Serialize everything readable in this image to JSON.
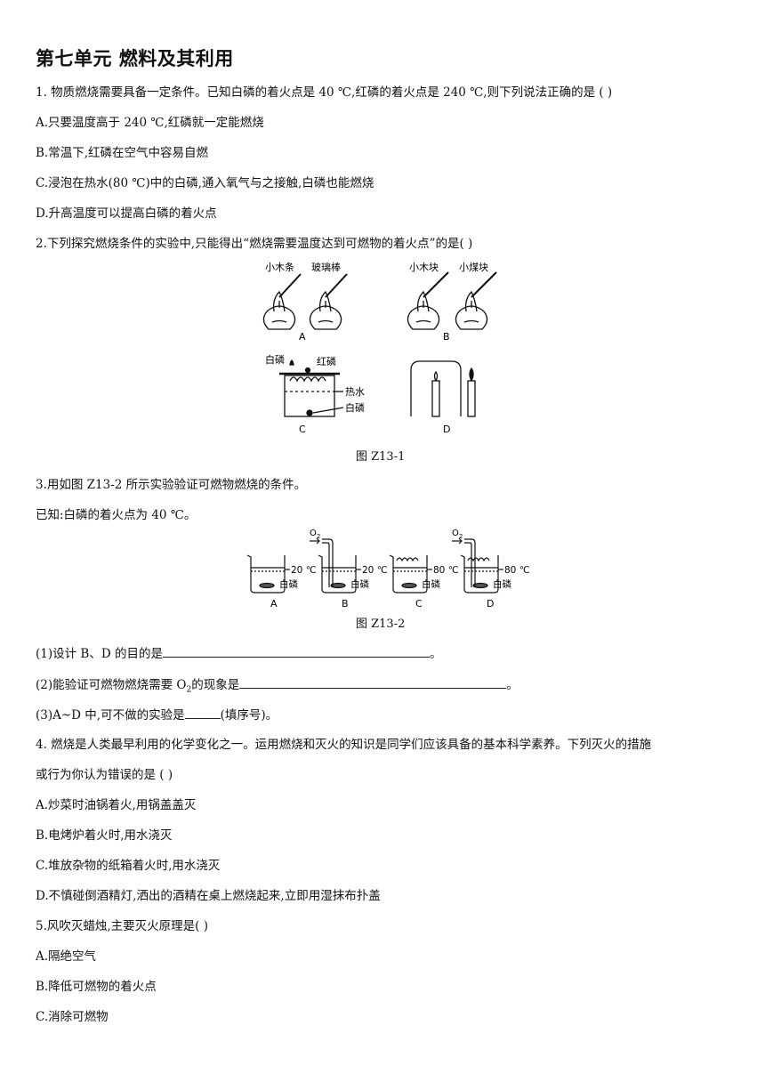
{
  "title": "第七单元  燃料及其利用",
  "q1": {
    "stem": "1.  物质燃烧需要具备一定条件。已知白磷的着火点是 40 ℃,红磷的着火点是 240 ℃,则下列说法正确的是    (      )",
    "a": "A.只要温度高于 240 ℃,红磷就一定能燃烧",
    "b": "B.常温下,红磷在空气中容易自燃",
    "c": "C.浸泡在热水(80 ℃)中的白磷,通入氧气与之接触,白磷也能燃烧",
    "d": "D.升高温度可以提高白磷的着火点"
  },
  "q2": {
    "stem": "2.下列探究燃烧条件的实验中,只能得出“燃烧需要温度达到可燃物的着火点”的是(      )",
    "fig": {
      "a_label1": "小木条",
      "a_label2": "玻璃棒",
      "a_letter": "A",
      "b_label1": "小木块",
      "b_label2": "小煤块",
      "b_letter": "B",
      "c_label_white": "白磷",
      "c_label_red": "红磷",
      "c_label_water": "热水",
      "c_label_white2": "白磷",
      "c_letter": "C",
      "d_letter": "D"
    },
    "caption": "图 Z13-1"
  },
  "q3": {
    "stem": "3.用如图 Z13-2 所示实验验证可燃物燃烧的条件。",
    "known": "已知:白磷的着火点为 40 ℃。",
    "fig": {
      "o2": "O",
      "o2_sub": "2",
      "temp20": "20 ℃",
      "temp80": "80 ℃",
      "white": "白磷",
      "letters": [
        "A",
        "B",
        "C",
        "D"
      ]
    },
    "caption": "图 Z13-2",
    "p1_pre": "(1)设计 B、D 的目的是",
    "p1_post": "。",
    "p2_pre": "(2)能验证可燃物燃烧需要 O",
    "p2_sub": "2",
    "p2_mid": "的现象是",
    "p2_post": "。",
    "p3_pre": "(3)A~D 中,可不做的实验是",
    "p3_post": "(填序号)。"
  },
  "q4": {
    "stem1": "4.  燃烧是人类最早利用的化学变化之一。运用燃烧和灭火的知识是同学们应该具备的基本科学素养。下列灭火的措施",
    "stem2": "或行为你认为错误的是    (      )",
    "a": "A.炒菜时油锅着火,用锅盖盖灭",
    "b": "B.电烤炉着火时,用水浇灭",
    "c": "C.堆放杂物的纸箱着火时,用水浇灭",
    "d": "D.不慎碰倒酒精灯,洒出的酒精在桌上燃烧起来,立即用湿抹布扑盖"
  },
  "q5": {
    "stem": "5.风吹灭蜡烛,主要灭火原理是(      )",
    "a": "A.隔绝空气",
    "b": "B.降低可燃物的着火点",
    "c": "C.消除可燃物"
  }
}
